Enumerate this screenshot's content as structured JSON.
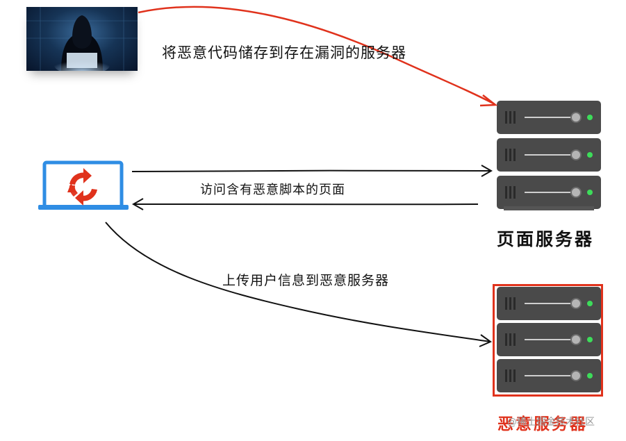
{
  "diagram": {
    "edges": {
      "store_malicious_code": "将恶意代码储存到存在漏洞的服务器",
      "visit_page": "访问含有恶意脚本的页面",
      "upload_user_info": "上传用户信息到恶意服务器"
    },
    "nodes": {
      "page_server": "页面服务器",
      "malicious_server": "恶意服务器"
    },
    "watermark": "@稀土掘金技术社区"
  },
  "colors": {
    "attack": "#e0321c",
    "laptop": "#2f8de4",
    "server_body": "#4a4a4a",
    "led": "#3ddc5a"
  },
  "icons": {
    "hacker": "hacker-photo",
    "laptop": "laptop-refresh-icon",
    "server": "server-rack-icon"
  }
}
